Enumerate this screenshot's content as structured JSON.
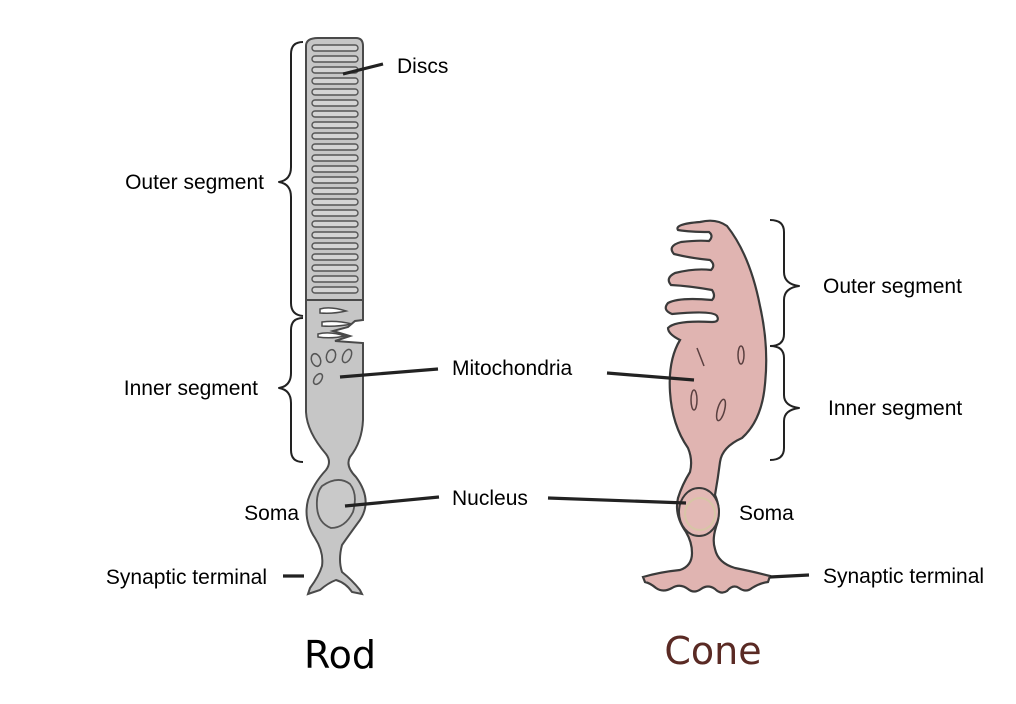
{
  "rod": {
    "title": "Rod",
    "labels": {
      "discs": "Discs",
      "outer_segment": "Outer segment",
      "inner_segment": "Inner segment",
      "soma": "Soma",
      "synaptic_terminal": "Synaptic terminal"
    },
    "fill_color": "#c6c6c6",
    "title_color": "#000000"
  },
  "cone": {
    "title": "Cone",
    "labels": {
      "outer_segment": "Outer segment",
      "inner_segment": "Inner segment",
      "soma": "Soma",
      "synaptic_terminal": "Synaptic terminal"
    },
    "fill_color": "#e0b4b1",
    "title_color": "#5a2a24"
  },
  "shared": {
    "mitochondria": "Mitochondria",
    "nucleus": "Nucleus"
  },
  "colors": {
    "outline": "#3a3a3a",
    "leader": "#222222"
  }
}
